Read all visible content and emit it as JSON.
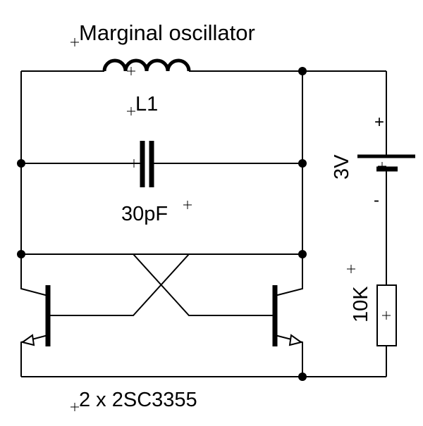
{
  "diagram": {
    "title": "Marginal oscillator",
    "inductor_label": "L1",
    "capacitor_label": "30pF",
    "battery_label": "3V",
    "battery_plus": "+",
    "battery_minus": "-",
    "resistor_label": "10K",
    "transistor_label": "2 x 2SC3355"
  }
}
